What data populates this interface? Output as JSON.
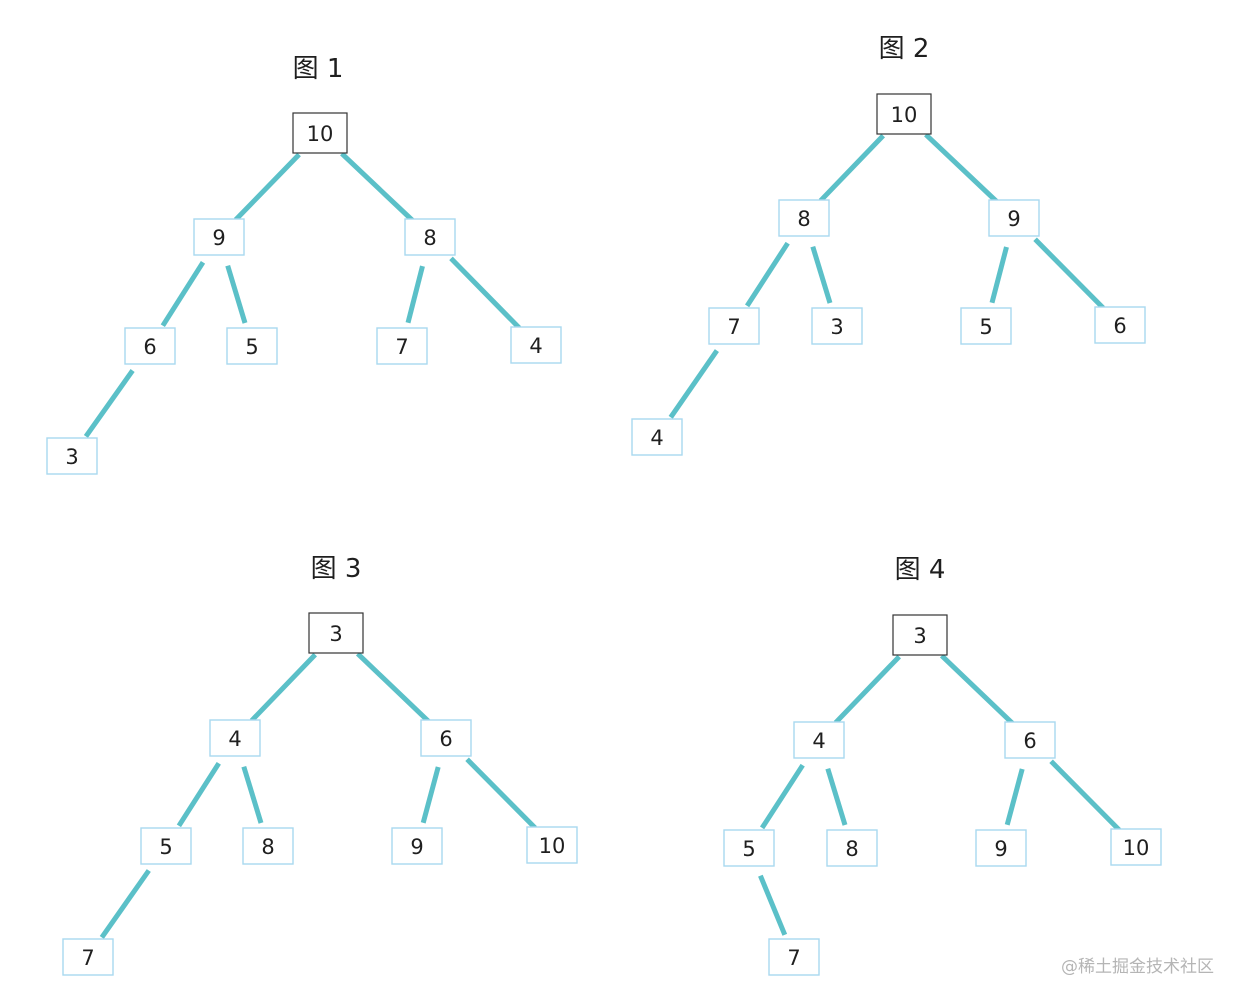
{
  "colors": {
    "edge": "#5bc0c8",
    "node_border": "#a9d8ef",
    "root_border": "#333333",
    "text": "#1f1f1f",
    "watermark": "#b5b5b5"
  },
  "diagrams": [
    {
      "title": "图 1",
      "root": "10",
      "tree": {
        "label": "10",
        "root": true,
        "children": [
          {
            "label": "9",
            "children": [
              {
                "label": "6",
                "children": [
                  {
                    "label": "3"
                  }
                ]
              },
              {
                "label": "5"
              }
            ]
          },
          {
            "label": "8",
            "children": [
              {
                "label": "7"
              },
              {
                "label": "4"
              }
            ]
          }
        ]
      }
    },
    {
      "title": "图 2",
      "tree": {
        "label": "10",
        "root": true,
        "children": [
          {
            "label": "8",
            "children": [
              {
                "label": "7",
                "children": [
                  {
                    "label": "4"
                  }
                ]
              },
              {
                "label": "3"
              }
            ]
          },
          {
            "label": "9",
            "children": [
              {
                "label": "5"
              },
              {
                "label": "6"
              }
            ]
          }
        ]
      }
    },
    {
      "title": "图 3",
      "tree": {
        "label": "3",
        "root": true,
        "children": [
          {
            "label": "4",
            "children": [
              {
                "label": "5",
                "children": [
                  {
                    "label": "7"
                  }
                ]
              },
              {
                "label": "8"
              }
            ]
          },
          {
            "label": "6",
            "children": [
              {
                "label": "9"
              },
              {
                "label": "10"
              }
            ]
          }
        ]
      }
    },
    {
      "title": "图 4",
      "tree": {
        "label": "3",
        "root": true,
        "children": [
          {
            "label": "4",
            "children": [
              {
                "label": "5",
                "children": [
                  {
                    "label": "7"
                  }
                ]
              },
              {
                "label": "8"
              }
            ]
          },
          {
            "label": "6",
            "children": [
              {
                "label": "9"
              },
              {
                "label": "10"
              }
            ]
          }
        ]
      }
    }
  ],
  "watermark": "@稀土掘金技术社区"
}
